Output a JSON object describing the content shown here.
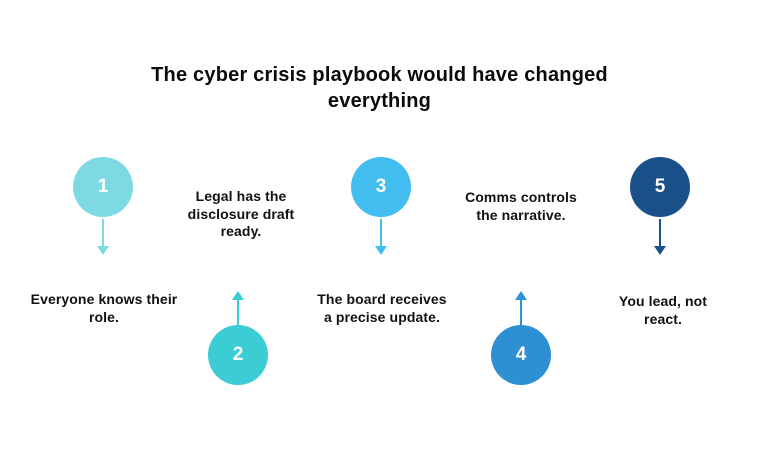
{
  "title": "The cyber crisis playbook would have changed everything",
  "steps": [
    {
      "number": "1",
      "label": "Everyone knows their role.",
      "color": "#7EDAE2",
      "circle_position": "top",
      "arrow_direction": "down"
    },
    {
      "number": "2",
      "label": "Legal has the disclosure draft ready.",
      "color": "#3CCCD4",
      "circle_position": "bottom",
      "arrow_direction": "up"
    },
    {
      "number": "3",
      "label": "The board receives a precise update.",
      "color": "#41BEEF",
      "circle_position": "top",
      "arrow_direction": "down"
    },
    {
      "number": "4",
      "label": "Comms controls the narrative.",
      "color": "#2E8FD3",
      "circle_position": "bottom",
      "arrow_direction": "up"
    },
    {
      "number": "5",
      "label": "You lead, not react.",
      "color": "#1A518A",
      "circle_position": "top",
      "arrow_direction": "down"
    }
  ],
  "colors": {
    "background": "#ffffff",
    "title_text": "#0b0b0b",
    "label_text": "#111111",
    "number_text": "#ffffff"
  }
}
